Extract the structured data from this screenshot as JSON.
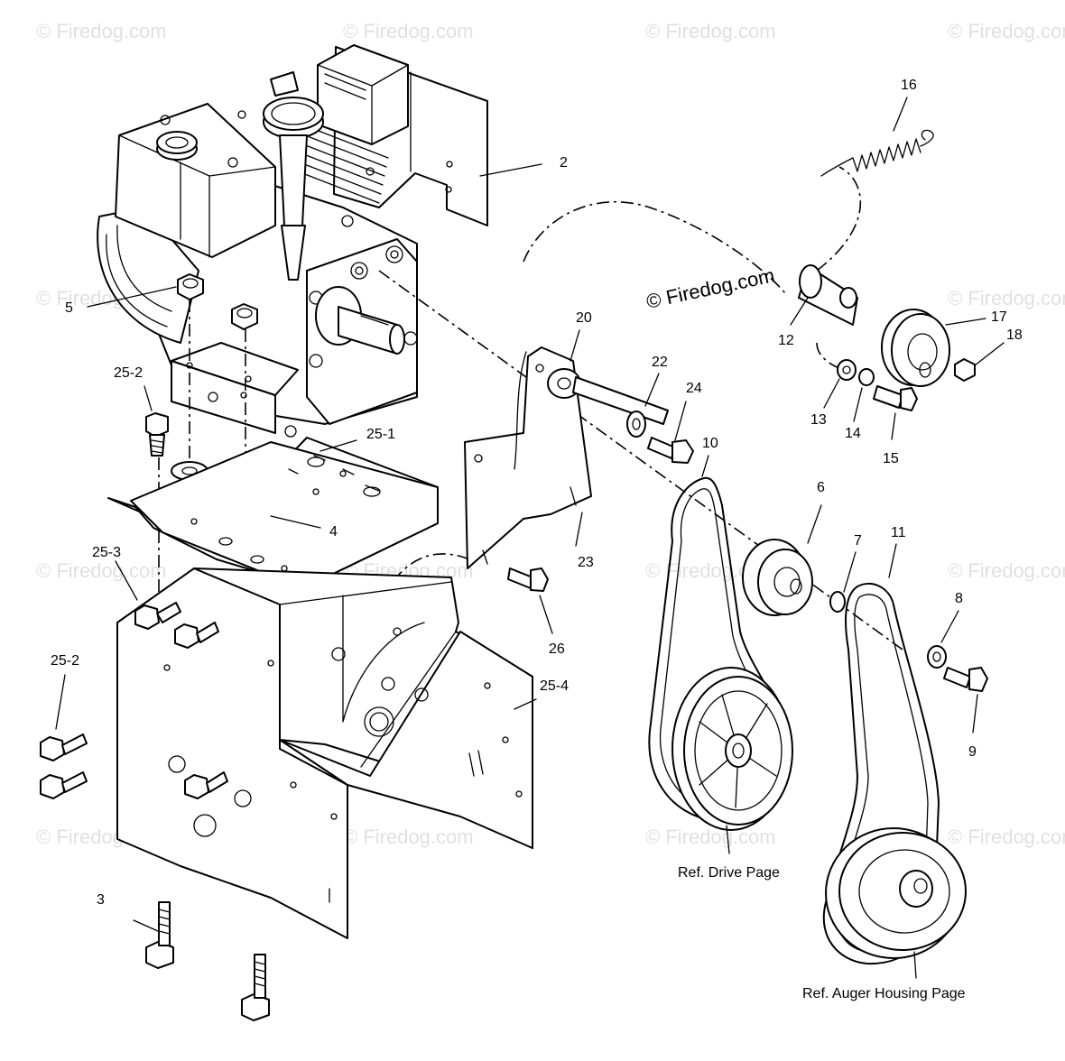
{
  "watermark": {
    "text": "© Firedog.com",
    "color": "#c8c8c8"
  },
  "callouts": {
    "c2": "2",
    "c3": "3",
    "c4": "4",
    "c5": "5",
    "c6": "6",
    "c7": "7",
    "c8": "8",
    "c9": "9",
    "c10": "10",
    "c11": "11",
    "c12": "12",
    "c13": "13",
    "c14": "14",
    "c15": "15",
    "c16": "16",
    "c17": "17",
    "c18": "18",
    "c20": "20",
    "c22": "22",
    "c23": "23",
    "c24": "24",
    "c26": "26",
    "c25_1": "25-1",
    "c25_2a": "25-2",
    "c25_2b": "25-2",
    "c25_3": "25-3",
    "c25_4": "25-4"
  },
  "references": {
    "drive": "Ref. Drive Page",
    "auger": "Ref. Auger Housing Page"
  }
}
